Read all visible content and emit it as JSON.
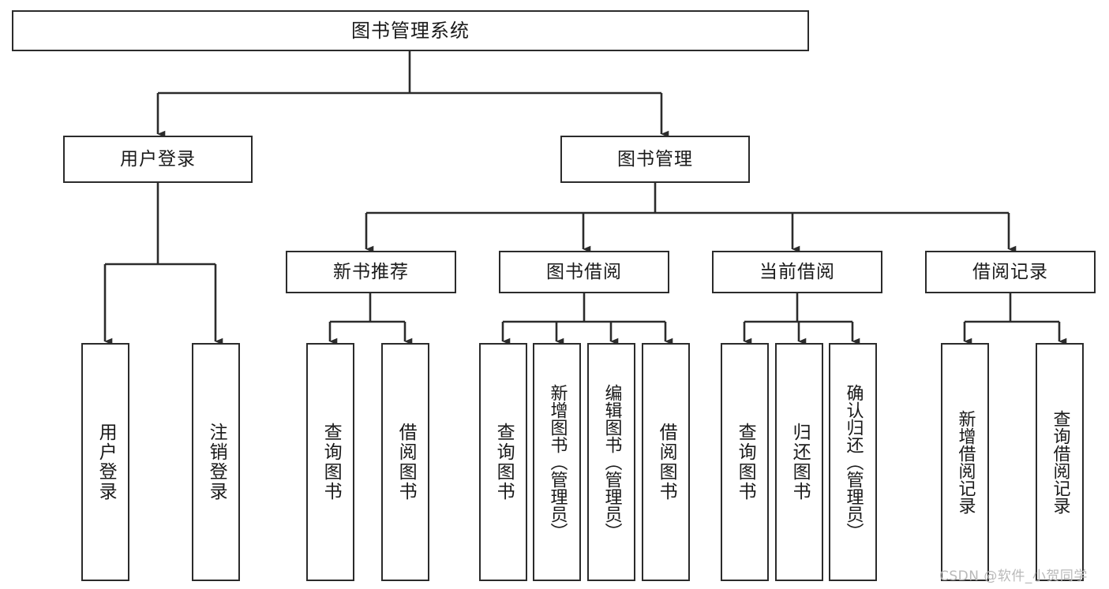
{
  "diagram": {
    "type": "tree-hierarchy-flowchart",
    "title": "图书管理系统",
    "stroke_color": "#2b2b2b",
    "fill_color": "#ffffff",
    "text_color": "#1a1a1a",
    "levels": [
      {
        "level": 1,
        "nodes": [
          {
            "id": "root",
            "label": "图书管理系统",
            "orientation": "horizontal"
          }
        ]
      },
      {
        "level": 2,
        "nodes": [
          {
            "id": "user-login",
            "label": "用户登录",
            "orientation": "horizontal"
          },
          {
            "id": "book-management",
            "label": "图书管理",
            "orientation": "horizontal"
          }
        ]
      },
      {
        "level": 3,
        "nodes": [
          {
            "id": "new-book-recommend",
            "label": "新书推荐",
            "orientation": "horizontal"
          },
          {
            "id": "book-borrow",
            "label": "图书借阅",
            "orientation": "horizontal"
          },
          {
            "id": "current-borrow",
            "label": "当前借阅",
            "orientation": "horizontal"
          },
          {
            "id": "borrow-record",
            "label": "借阅记录",
            "orientation": "horizontal"
          }
        ]
      },
      {
        "level": 4,
        "nodes": [
          {
            "id": "leaf-user-login",
            "label": "用户登录",
            "orientation": "vertical",
            "parent": "user-login"
          },
          {
            "id": "leaf-logout",
            "label": "注销登录",
            "orientation": "vertical",
            "parent": "user-login"
          },
          {
            "id": "leaf-query-book-rec",
            "label": "查询图书",
            "orientation": "vertical",
            "parent": "new-book-recommend"
          },
          {
            "id": "leaf-borrow-book-rec",
            "label": "借阅图书",
            "orientation": "vertical",
            "parent": "new-book-recommend"
          },
          {
            "id": "leaf-query-book-borrow",
            "label": "查询图书",
            "orientation": "vertical",
            "parent": "book-borrow"
          },
          {
            "id": "leaf-add-book",
            "label": "新增图书（管理员）",
            "orientation": "vertical",
            "parent": "book-borrow"
          },
          {
            "id": "leaf-edit-book",
            "label": "编辑图书（管理员）",
            "orientation": "vertical",
            "parent": "book-borrow"
          },
          {
            "id": "leaf-borrow-book",
            "label": "借阅图书",
            "orientation": "vertical",
            "parent": "book-borrow"
          },
          {
            "id": "leaf-query-book-current",
            "label": "查询图书",
            "orientation": "vertical",
            "parent": "current-borrow"
          },
          {
            "id": "leaf-return-book",
            "label": "归还图书",
            "orientation": "vertical",
            "parent": "current-borrow"
          },
          {
            "id": "leaf-confirm-return",
            "label": "确认归还（管理员）",
            "orientation": "vertical",
            "parent": "current-borrow"
          },
          {
            "id": "leaf-add-record",
            "label": "新增借阅记录",
            "orientation": "vertical",
            "parent": "borrow-record"
          },
          {
            "id": "leaf-query-record",
            "label": "查询借阅记录",
            "orientation": "vertical",
            "parent": "borrow-record"
          }
        ]
      }
    ]
  },
  "watermark": {
    "text": "CSDN @软件_小贺同学"
  }
}
